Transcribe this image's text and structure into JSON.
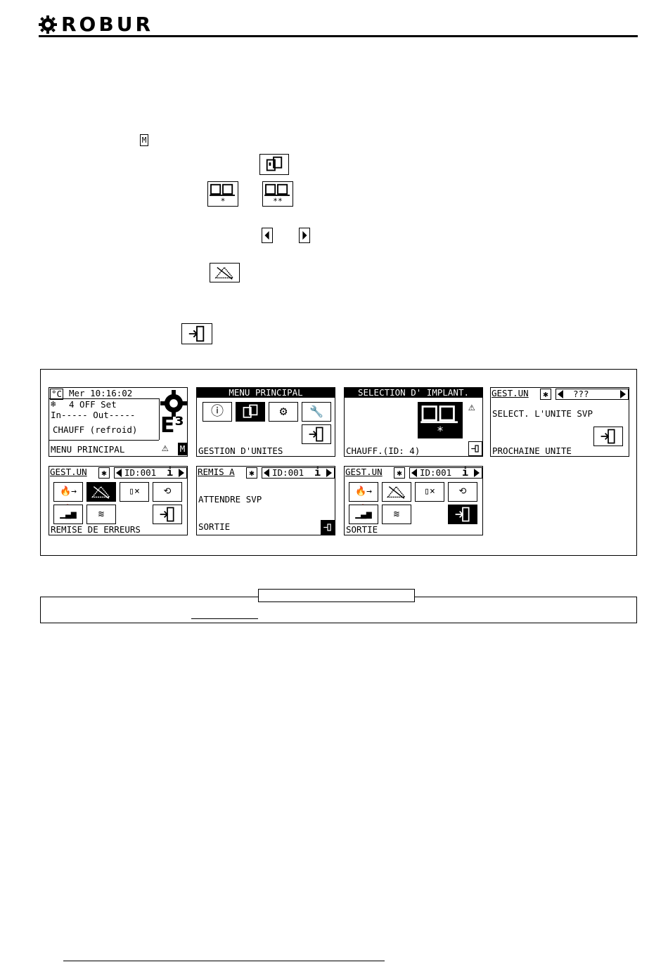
{
  "header": {
    "brand": "ROBUR"
  },
  "screens": {
    "s1": {
      "temp_unit": "°C",
      "datetime": "Mer 10:16:02",
      "status_line": "4 OFF Set",
      "in_out_line": "In----- Out-----",
      "mode": "CHAUFF (refroid)",
      "e3": "E³",
      "footer": "MENU PRINCIPAL",
      "m_badge": "M"
    },
    "s2": {
      "title": "MENU PRINCIPAL",
      "footer": "GESTION D'UNITES"
    },
    "s3": {
      "title": "SELECTION D' IMPLANT.",
      "footer": "CHAUFF.(ID: 4)"
    },
    "s4": {
      "label": "GEST.UN",
      "id": "???",
      "line1": "SELECT. L'UNITE SVP",
      "footer": "PROCHAINE UNITE"
    },
    "s5": {
      "label": "GEST.UN",
      "id": "ID:001",
      "info": "i",
      "footer": "REMISE DE ERREURS"
    },
    "s6": {
      "label": "REMIS A",
      "id": "ID:001",
      "info": "i",
      "line1": "ATTENDRE SVP",
      "footer": "SORTIE"
    },
    "s7": {
      "label": "GEST.UN",
      "id": "ID:001",
      "info": "i",
      "footer": "SORTIE"
    }
  },
  "inline_icons": {
    "m_key": "M"
  }
}
